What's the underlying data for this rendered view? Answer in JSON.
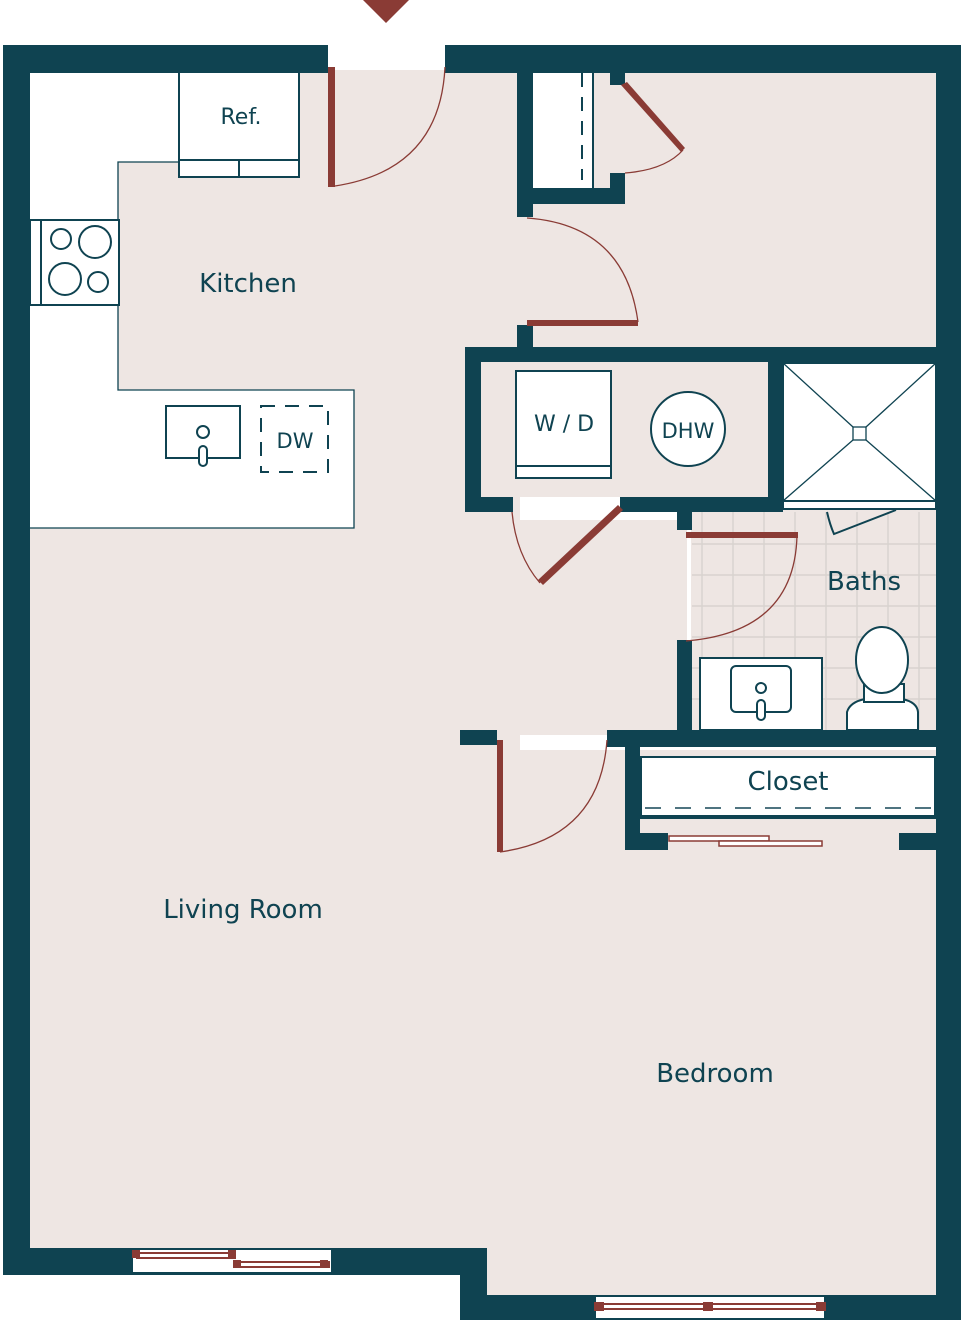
{
  "floor_plan": {
    "entry_marker": "entry-arrow",
    "colors": {
      "wall": "#0f4351",
      "floor": "#eee6e3",
      "door": "#8a3b35",
      "fixture": "#ffffff"
    },
    "rooms": {
      "kitchen": "Kitchen",
      "living_room": "Living Room",
      "bedroom": "Bedroom",
      "baths": "Baths",
      "closet": "Closet"
    },
    "fixtures": {
      "refrigerator": "Ref.",
      "dishwasher": "DW",
      "washer_dryer": "W / D",
      "water_heater": "DHW"
    }
  }
}
